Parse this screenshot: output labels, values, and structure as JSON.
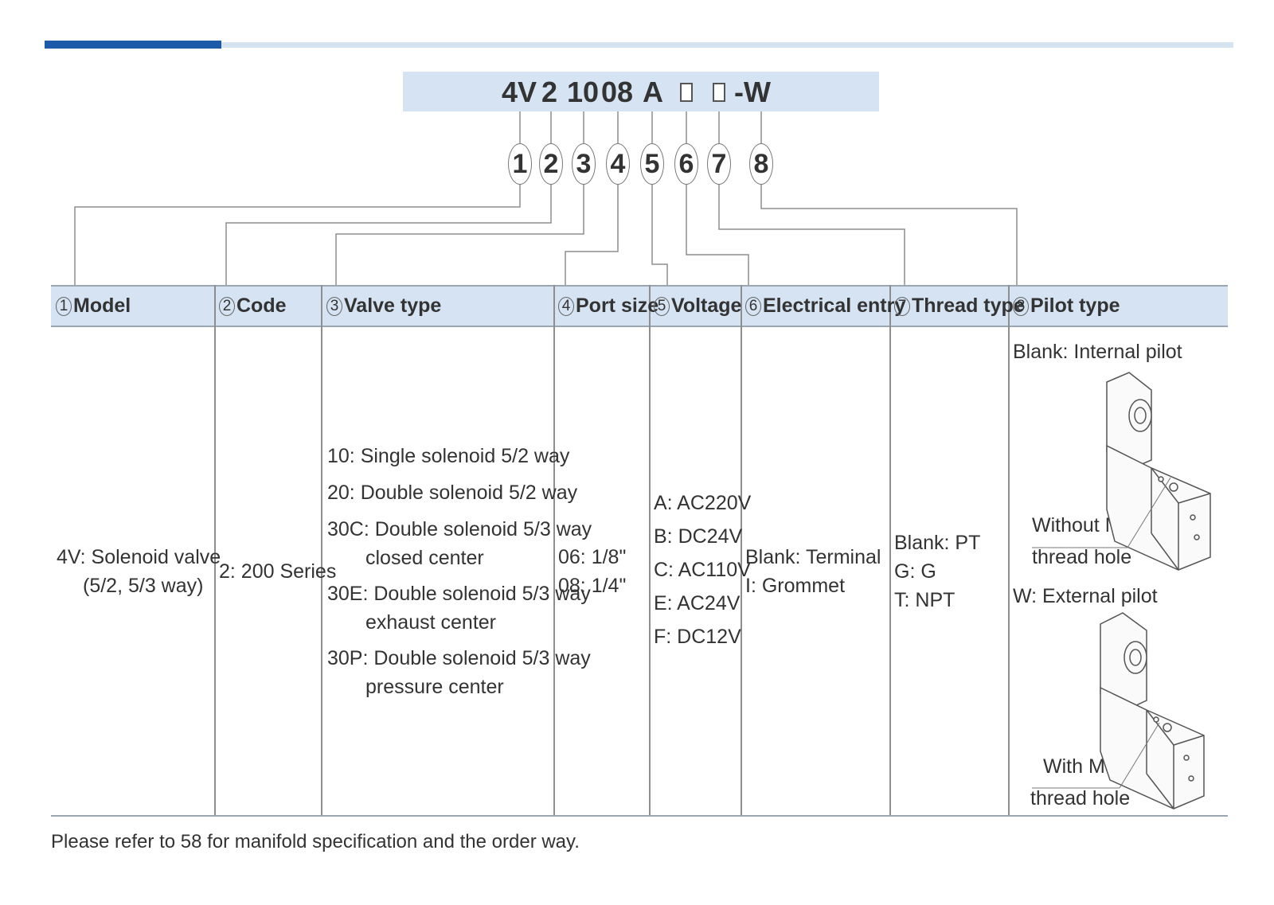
{
  "model_code": {
    "segments": [
      "4V",
      "2",
      "10",
      "08",
      "A",
      "-W"
    ],
    "callouts": [
      "1",
      "2",
      "3",
      "4",
      "5",
      "6",
      "7",
      "8"
    ]
  },
  "columns": [
    {
      "num": "1",
      "title": "Model",
      "lines": [
        "4V: Solenoid valve",
        "(5/2, 5/3 way)"
      ]
    },
    {
      "num": "2",
      "title": "Code",
      "lines": [
        "2: 200 Series"
      ]
    },
    {
      "num": "3",
      "title": "Valve type",
      "lines": [
        "10: Single solenoid 5/2 way",
        "20: Double solenoid 5/2 way",
        "30C: Double solenoid 5/3 way",
        "closed center",
        "30E: Double solenoid 5/3 way",
        "exhaust center",
        "30P: Double solenoid 5/3 way",
        "pressure center"
      ]
    },
    {
      "num": "4",
      "title": "Port size",
      "lines": [
        "06: 1/8\"",
        "08: 1/4\""
      ]
    },
    {
      "num": "5",
      "title": "Voltage",
      "lines": [
        "A: AC220V",
        "B: DC24V",
        "C: AC110V",
        "E: AC24V",
        "F: DC12V"
      ]
    },
    {
      "num": "6",
      "title": "Electrical entry",
      "lines": [
        "Blank: Terminal",
        "I: Grommet"
      ]
    },
    {
      "num": "7",
      "title": "Thread type",
      "lines": [
        "Blank: PT",
        "G: G",
        "T: NPT"
      ]
    },
    {
      "num": "8",
      "title": "Pilot type",
      "lines": [
        "Blank: Internal pilot",
        "Without M5",
        "thread hole",
        "W: External pilot",
        "With M5",
        "thread hole"
      ]
    }
  ],
  "note": "Please refer to 58 for manifold specification and the order way.",
  "colors": {
    "accent": "#1b5aa6",
    "band": "#d5e3f2",
    "line": "#8e8e8e"
  }
}
